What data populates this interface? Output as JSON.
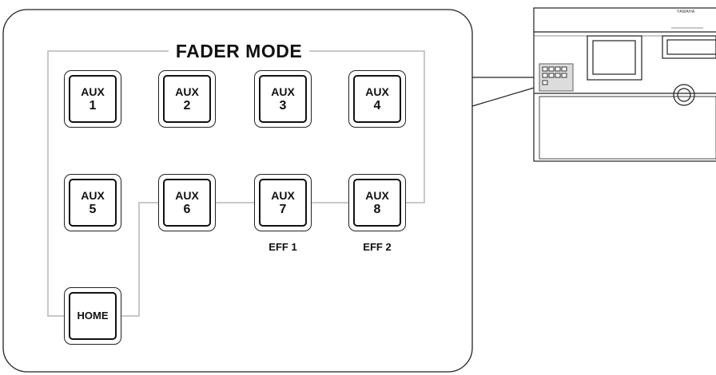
{
  "title": "FADER MODE",
  "device_logo": "YAMAHA",
  "keys": [
    {
      "id": "aux-1",
      "line1": "AUX",
      "line2": "1"
    },
    {
      "id": "aux-2",
      "line1": "AUX",
      "line2": "2"
    },
    {
      "id": "aux-3",
      "line1": "AUX",
      "line2": "3"
    },
    {
      "id": "aux-4",
      "line1": "AUX",
      "line2": "4"
    },
    {
      "id": "aux-5",
      "line1": "AUX",
      "line2": "5"
    },
    {
      "id": "aux-6",
      "line1": "AUX",
      "line2": "6"
    },
    {
      "id": "aux-7",
      "line1": "AUX",
      "line2": "7",
      "sub": "EFF 1"
    },
    {
      "id": "aux-8",
      "line1": "AUX",
      "line2": "8",
      "sub": "EFF 2"
    },
    {
      "id": "home",
      "label": "HOME"
    }
  ]
}
